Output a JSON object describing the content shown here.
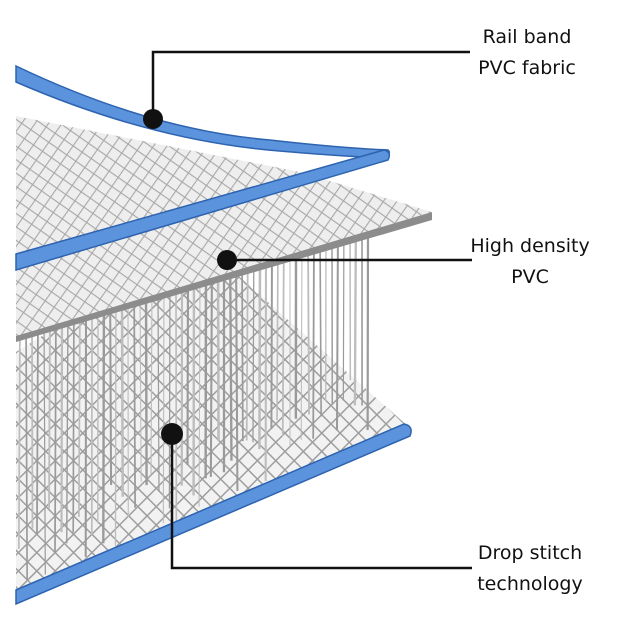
{
  "callouts": [
    {
      "id": "rail",
      "lines": [
        "Rail band",
        "PVC fabric"
      ]
    },
    {
      "id": "hd",
      "lines": [
        "High density",
        "PVC"
      ]
    },
    {
      "id": "drop",
      "lines": [
        "Drop stitch",
        "technology"
      ]
    }
  ],
  "colors": {
    "rail_blue": "#5b93dc",
    "rail_blue_dark": "#2e63b0",
    "mesh_gray": "#b9b9b9",
    "mesh_light": "#eeeeee",
    "thread": "#a6a6a6",
    "leader": "#111111"
  }
}
